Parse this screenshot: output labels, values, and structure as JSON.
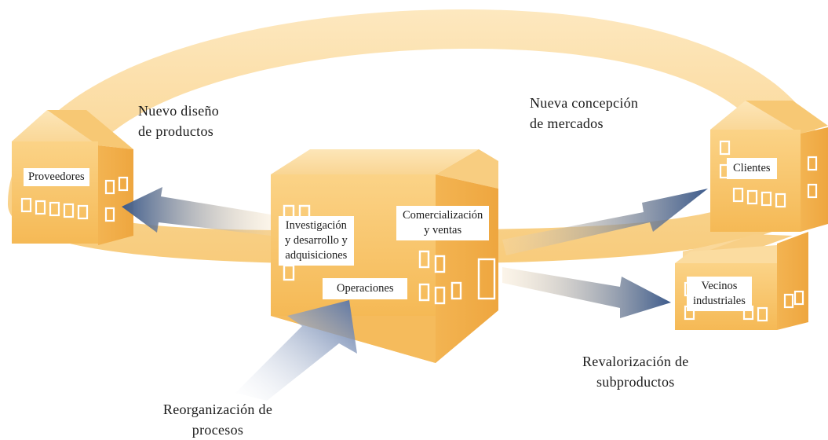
{
  "diagram": {
    "captions": {
      "nuevo_diseno": [
        "Nuevo diseño",
        "de productos"
      ],
      "nueva_concepcion": [
        "Nueva concepción",
        "de mercados"
      ],
      "revalorizacion": [
        "Revalorización de",
        "subproductos"
      ],
      "reorganizacion": [
        "Reorganización de",
        "procesos"
      ]
    },
    "buildings": {
      "proveedores": "Proveedores",
      "clientes": "Clientes",
      "vecinos": [
        "Vecinos",
        "industriales"
      ],
      "central": {
        "investigacion": [
          "Investigación",
          "y desarrollo y",
          "adquisiciones"
        ],
        "comercializacion": [
          "Comercialización",
          "y ventas"
        ],
        "operaciones": "Operaciones"
      }
    },
    "colors": {
      "ring": "#f9c96b",
      "building_front": "#f8c66a",
      "building_side": "#f2b24a",
      "arrow_dark": "#3f5f8f",
      "arrow_light": "#f6d8a6"
    }
  }
}
